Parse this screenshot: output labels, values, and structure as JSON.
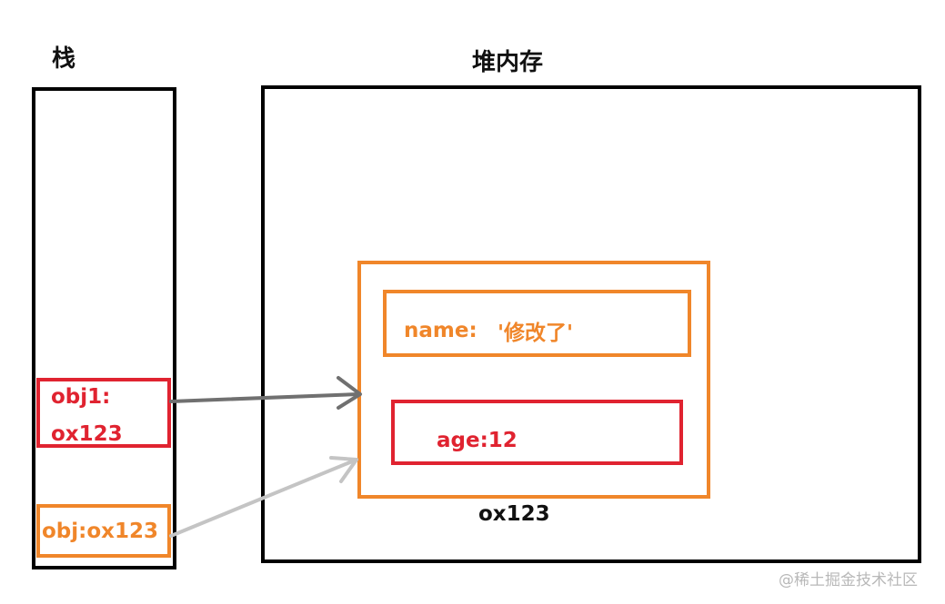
{
  "stack": {
    "title": "栈",
    "obj1_key": "obj1:",
    "obj1_addr": "ox123",
    "obj_ref": "obj:ox123"
  },
  "heap": {
    "title": "堆内存",
    "name_key": "name:",
    "name_value": "'修改了'",
    "age": "age:12",
    "address": "ox123"
  },
  "watermark": "@稀土掘金技术社区",
  "colors": {
    "border": "#000000",
    "orange": "#f0862a",
    "red": "#e02330",
    "arrow_dark": "#707070",
    "arrow_light": "#c4c4c4"
  }
}
